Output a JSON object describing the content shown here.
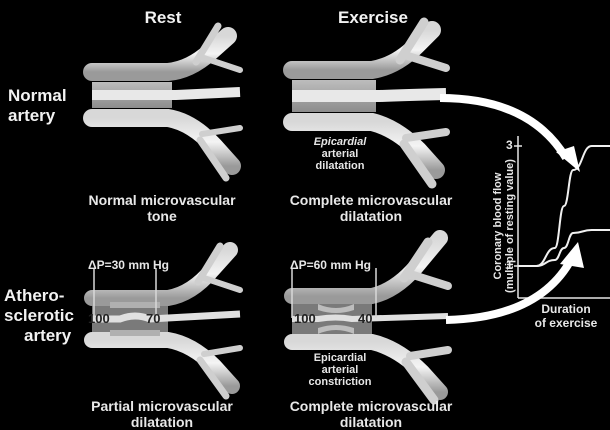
{
  "columns": {
    "rest": "Rest",
    "exercise": "Exercise"
  },
  "rows": {
    "normal": [
      "Normal",
      "artery"
    ],
    "athero": [
      "Athero-",
      "sclerotic",
      "artery"
    ]
  },
  "captions": {
    "normal_rest": [
      "Normal microvascular",
      "tone"
    ],
    "normal_exercise": [
      "Complete microvascular",
      "dilatation"
    ],
    "athero_rest": [
      "Partial microvascular",
      "dilatation"
    ],
    "athero_exercise": [
      "Complete microvascular",
      "dilatation"
    ]
  },
  "annotations": {
    "epicardial_dilatation": [
      "Epicardial",
      "arterial",
      "dilatation"
    ],
    "epicardial_constriction": [
      "Epicardial",
      "arterial",
      "constriction"
    ],
    "dp_rest": "ΔP=30 mm Hg",
    "dp_exercise": "ΔP=60 mm Hg",
    "pressure_rest": [
      "100",
      "70"
    ],
    "pressure_exercise": [
      "100",
      "40"
    ]
  },
  "chart": {
    "ylabel": [
      "Coronary blood flow",
      "(multiple of resting value)"
    ],
    "xlabel": [
      "Duration",
      "of exercise"
    ],
    "yticks": [
      "3",
      "1"
    ]
  },
  "chart_data": {
    "type": "line",
    "xlabel": "Duration of exercise",
    "ylabel": "Coronary blood flow (multiple of resting value)",
    "yticks": [
      1,
      3
    ],
    "ylim": [
      0.5,
      3.2
    ],
    "series": [
      {
        "x": [
          0,
          0.2,
          0.4,
          0.5,
          0.6,
          0.8,
          1.0
        ],
        "y": [
          1.0,
          1.0,
          1.3,
          2.0,
          2.6,
          3.0,
          3.0
        ]
      },
      {
        "x": [
          0,
          0.2,
          0.4,
          0.5,
          0.6,
          0.8,
          1.0
        ],
        "y": [
          1.0,
          1.0,
          1.1,
          1.3,
          1.55,
          1.6,
          1.6
        ]
      }
    ]
  }
}
